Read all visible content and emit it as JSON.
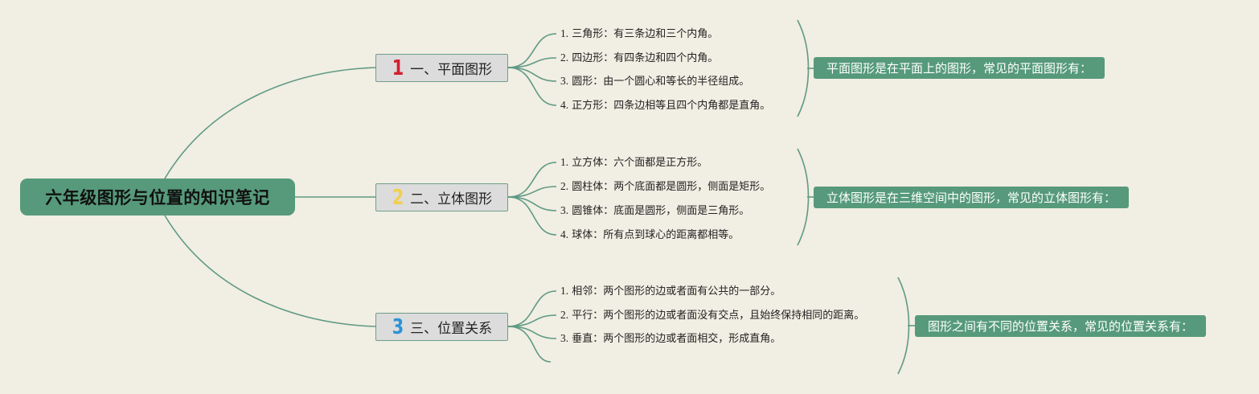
{
  "title": "六年级图形与位置的知识笔记",
  "colors": {
    "background": "#f1eee3",
    "accent": "#569a7b",
    "line": "#5f9a84",
    "branch_bg": "#dcdcdc",
    "num1": "#d2202e",
    "num2": "#f1cf4c",
    "num3": "#2b94d5"
  },
  "branches": [
    {
      "number": "1",
      "label": "一、平面图形",
      "summary": "平面图形是在平面上的图形，常见的平面图形有：",
      "items": [
        {
          "idx": "1.",
          "text": "三角形：有三条边和三个内角。"
        },
        {
          "idx": "2.",
          "text": "四边形：有四条边和四个内角。"
        },
        {
          "idx": "3.",
          "text": "圆形：由一个圆心和等长的半径组成。"
        },
        {
          "idx": "4.",
          "text": "正方形：四条边相等且四个内角都是直角。"
        }
      ]
    },
    {
      "number": "2",
      "label": "二、立体图形",
      "summary": "立体图形是在三维空间中的图形，常见的立体图形有：",
      "items": [
        {
          "idx": "1.",
          "text": "立方体：六个面都是正方形。"
        },
        {
          "idx": "2.",
          "text": "圆柱体：两个底面都是圆形，侧面是矩形。"
        },
        {
          "idx": "3.",
          "text": "圆锥体：底面是圆形，侧面是三角形。"
        },
        {
          "idx": "4.",
          "text": "球体：所有点到球心的距离都相等。"
        }
      ]
    },
    {
      "number": "3",
      "label": "三、位置关系",
      "summary": "图形之间有不同的位置关系，常见的位置关系有：",
      "items": [
        {
          "idx": "1.",
          "text": "相邻：两个图形的边或者面有公共的一部分。"
        },
        {
          "idx": "2.",
          "text": "平行：两个图形的边或者面没有交点，且始终保持相同的距离。"
        },
        {
          "idx": "3.",
          "text": "垂直：两个图形的边或者面相交，形成直角。"
        }
      ]
    }
  ]
}
